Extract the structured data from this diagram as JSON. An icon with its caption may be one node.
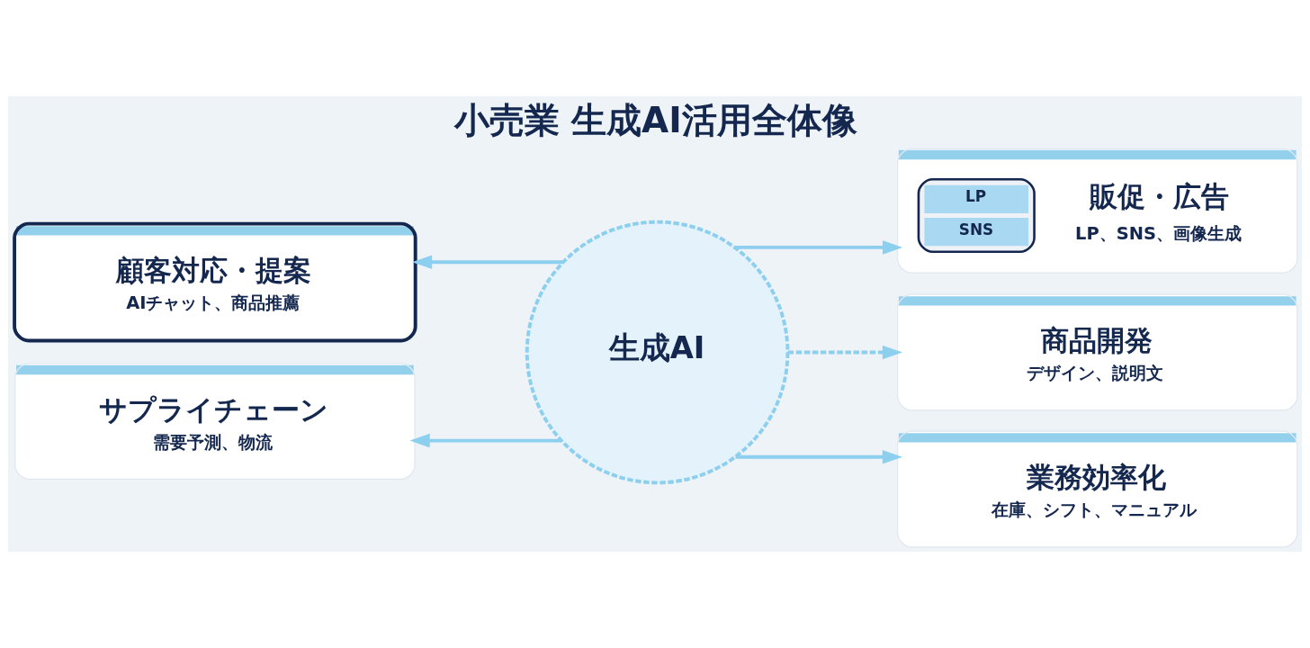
{
  "diagram": {
    "title": "小売業 生成AI活用全体像",
    "nodes": [
      {
        "text": [
          "顧客対応・提案",
          "AIチャット、商品推薦"
        ]
      },
      {
        "text": [
          "LP",
          "SNS",
          "販促・広告",
          "LP、SNS、画像生成"
        ]
      },
      {
        "text": [
          "生成AI"
        ]
      },
      {
        "text": [
          "商品開発",
          "デザイン、説明文"
        ]
      },
      {
        "text": [
          "サプライチェーン",
          "需要予測、物流"
        ]
      },
      {
        "text": [
          "業務効率化",
          "在庫、シフト、マニュアル"
        ]
      }
    ],
    "edges": [
      {
        "from": 2,
        "to": 0,
        "arrow": "to"
      },
      {
        "from": 2,
        "to": 1,
        "arrow": "to"
      },
      {
        "from": 2,
        "to": 3,
        "arrow": "to",
        "style": "dashed"
      },
      {
        "from": 2,
        "to": 4,
        "arrow": "to"
      },
      {
        "from": 2,
        "to": 5,
        "arrow": "to"
      }
    ]
  }
}
